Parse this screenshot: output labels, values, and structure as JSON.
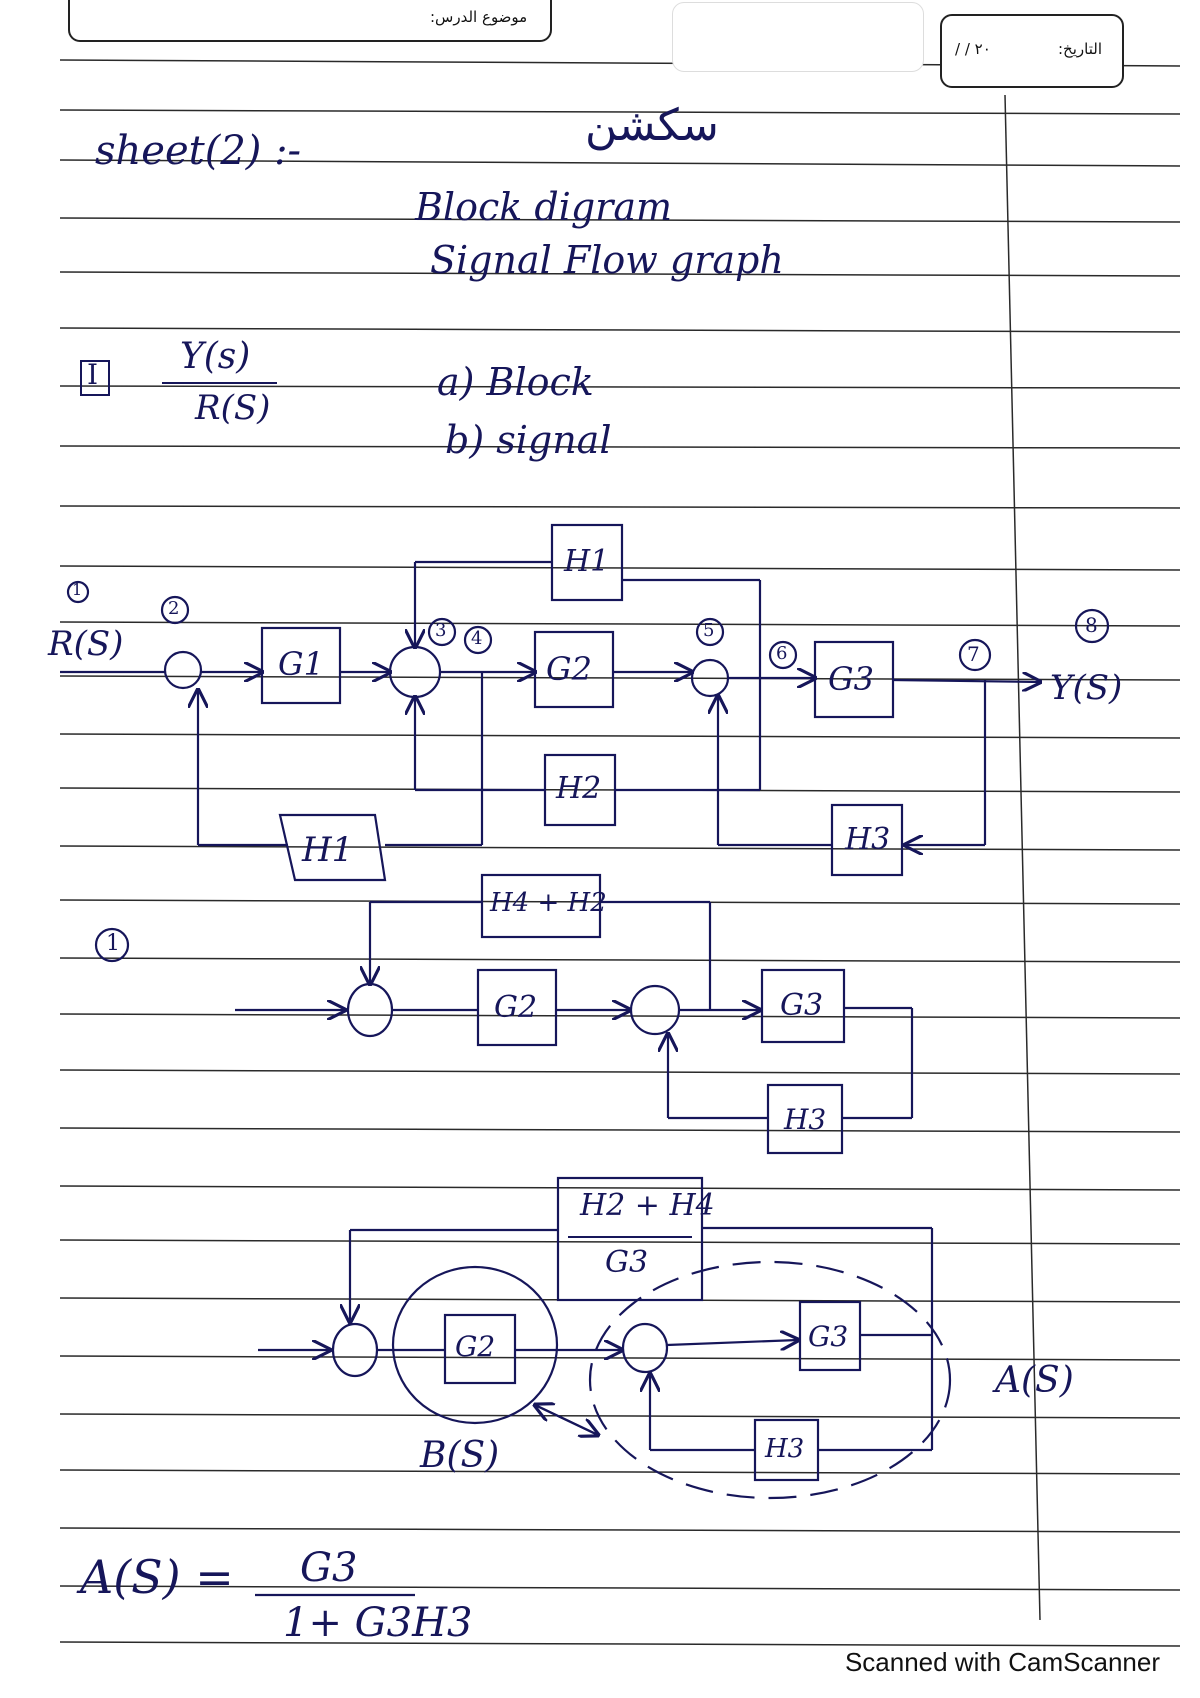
{
  "header": {
    "lesson_topic_label": "موضوع الدرس:",
    "date_label": "التاريخ:",
    "date_value": "٢٠   /   /"
  },
  "notes": {
    "sheet_title": "sheet(2) :-",
    "arabic_title": "سكشن",
    "topic_line1": "Block digram",
    "topic_line2": "Signal Flow graph",
    "problem_number": "I",
    "ratio_numerator": "Y(s)",
    "ratio_denominator": "R(S)",
    "part_a": "a) Block",
    "part_b": "b) signal"
  },
  "diagram1": {
    "input": "R(S)",
    "output": "Y(S)",
    "blocks": [
      "G1",
      "G2",
      "G3",
      "H1",
      "H2",
      "H1",
      "H3"
    ],
    "nodes": [
      "1",
      "2",
      "3",
      "4",
      "5",
      "6",
      "7",
      "8"
    ]
  },
  "diagram2": {
    "step": "1",
    "blocks": [
      "H4 + H2",
      "G2",
      "G3",
      "H3"
    ]
  },
  "diagram3": {
    "feedback_numerator": "H2 + H4",
    "feedback_denominator": "G3",
    "blocks": [
      "G2",
      "G3",
      "H3"
    ],
    "group_a": "A(S)",
    "group_b": "B(S)"
  },
  "result": {
    "lhs": "A(S) =",
    "numerator": "G3",
    "denominator": "1+ G3H3"
  },
  "footer": {
    "scanner": "Scanned with CamScanner"
  },
  "colors": {
    "ink": "#16165a",
    "rule_line": "#2a2a2a",
    "paper": "#ffffff"
  }
}
